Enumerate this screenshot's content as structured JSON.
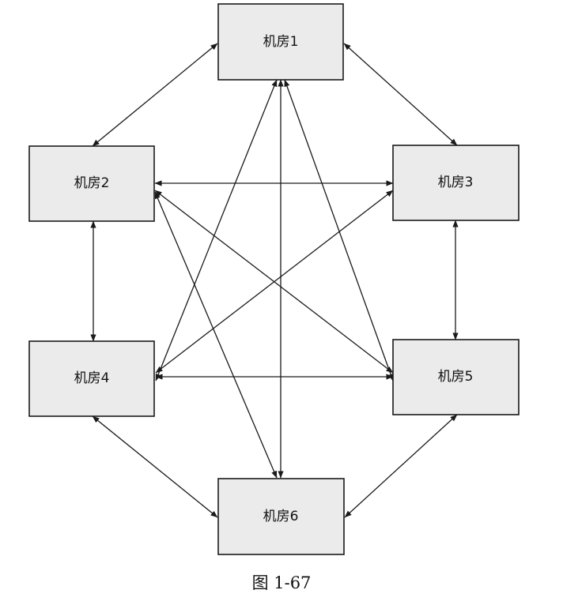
{
  "nodes": [
    {
      "id": "n1",
      "label": "机房1"
    },
    {
      "id": "n2",
      "label": "机房2"
    },
    {
      "id": "n3",
      "label": "机房3"
    },
    {
      "id": "n4",
      "label": "机房4"
    },
    {
      "id": "n5",
      "label": "机房5"
    },
    {
      "id": "n6",
      "label": "机房6"
    }
  ],
  "edges": [
    {
      "from": "n1",
      "to": "n2",
      "direction": "both"
    },
    {
      "from": "n1",
      "to": "n3",
      "direction": "both"
    },
    {
      "from": "n1",
      "to": "n4",
      "direction": "both"
    },
    {
      "from": "n1",
      "to": "n5",
      "direction": "both"
    },
    {
      "from": "n1",
      "to": "n6",
      "direction": "both"
    },
    {
      "from": "n2",
      "to": "n3",
      "direction": "both"
    },
    {
      "from": "n2",
      "to": "n4",
      "direction": "both"
    },
    {
      "from": "n2",
      "to": "n5",
      "direction": "both"
    },
    {
      "from": "n2",
      "to": "n6",
      "direction": "both"
    },
    {
      "from": "n3",
      "to": "n4",
      "direction": "both"
    },
    {
      "from": "n3",
      "to": "n5",
      "direction": "both"
    },
    {
      "from": "n4",
      "to": "n5",
      "direction": "both"
    },
    {
      "from": "n4",
      "to": "n6",
      "direction": "both"
    },
    {
      "from": "n5",
      "to": "n6",
      "direction": "both"
    }
  ],
  "caption": "图 1-67",
  "colors": {
    "box_fill": "#ebebeb",
    "stroke": "#1a1a1a",
    "background": "#ffffff"
  }
}
